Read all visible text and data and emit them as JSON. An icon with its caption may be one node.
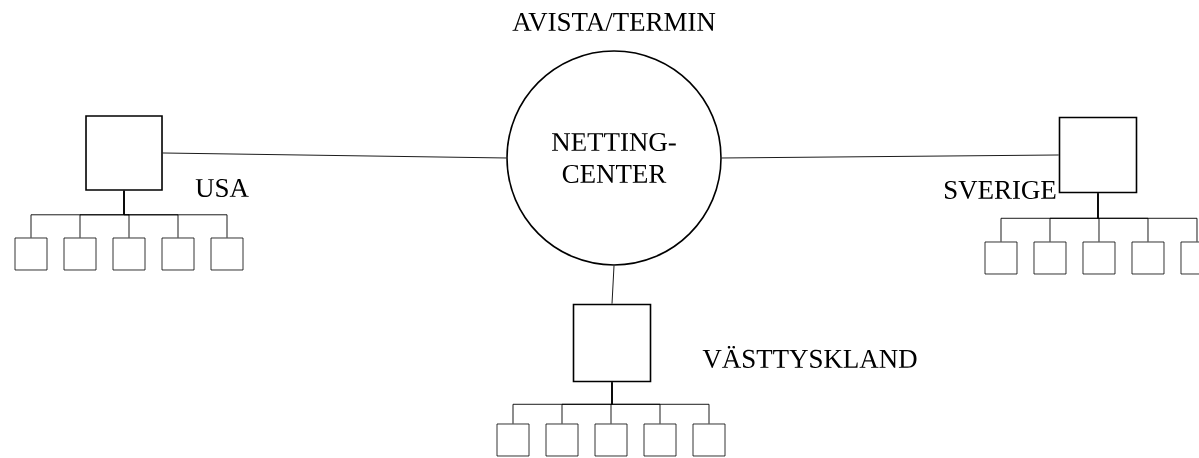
{
  "diagram": {
    "nodes": [
      {
        "text": [
          "AVISTA/TERMIN",
          "NETTING- CENTER"
        ]
      },
      {
        "text": [],
        "shape": "box",
        "beside": [
          "USA"
        ]
      },
      {
        "text": [],
        "shape": "box"
      },
      {
        "text": [],
        "shape": "box"
      },
      {
        "text": [],
        "shape": "box"
      },
      {
        "text": [],
        "shape": "box"
      },
      {
        "text": [],
        "shape": "box"
      },
      {
        "text": [],
        "shape": "box",
        "beside": [
          "SVERIGE"
        ]
      },
      {
        "text": [],
        "shape": "box"
      },
      {
        "text": [],
        "shape": "box"
      },
      {
        "text": [],
        "shape": "box"
      },
      {
        "text": [],
        "shape": "box"
      },
      {
        "text": [],
        "shape": "box"
      },
      {
        "text": [],
        "shape": "box",
        "beside": [
          "VÄSTTYSKLAND"
        ]
      },
      {
        "text": [],
        "shape": "box"
      },
      {
        "text": [],
        "shape": "box"
      },
      {
        "text": [],
        "shape": "box"
      },
      {
        "text": [],
        "shape": "box"
      },
      {
        "text": [],
        "shape": "box"
      }
    ],
    "edges": [
      {
        "from": 0,
        "to": 1,
        "arrow": "none"
      },
      {
        "from": 0,
        "to": 7,
        "arrow": "none"
      },
      {
        "from": 0,
        "to": 13,
        "arrow": "none"
      },
      {
        "from": 1,
        "to": 2,
        "arrow": "none"
      },
      {
        "from": 1,
        "to": 3,
        "arrow": "none"
      },
      {
        "from": 1,
        "to": 4,
        "arrow": "none"
      },
      {
        "from": 1,
        "to": 5,
        "arrow": "none"
      },
      {
        "from": 1,
        "to": 6,
        "arrow": "none"
      },
      {
        "from": 7,
        "to": 8,
        "arrow": "none"
      },
      {
        "from": 7,
        "to": 9,
        "arrow": "none"
      },
      {
        "from": 7,
        "to": 10,
        "arrow": "none"
      },
      {
        "from": 7,
        "to": 11,
        "arrow": "none"
      },
      {
        "from": 7,
        "to": 12,
        "arrow": "none"
      },
      {
        "from": 13,
        "to": 14,
        "arrow": "none"
      },
      {
        "from": 13,
        "to": 15,
        "arrow": "none"
      },
      {
        "from": 13,
        "to": 16,
        "arrow": "none"
      },
      {
        "from": 13,
        "to": 17,
        "arrow": "none"
      },
      {
        "from": 13,
        "to": 18,
        "arrow": "none"
      }
    ]
  }
}
